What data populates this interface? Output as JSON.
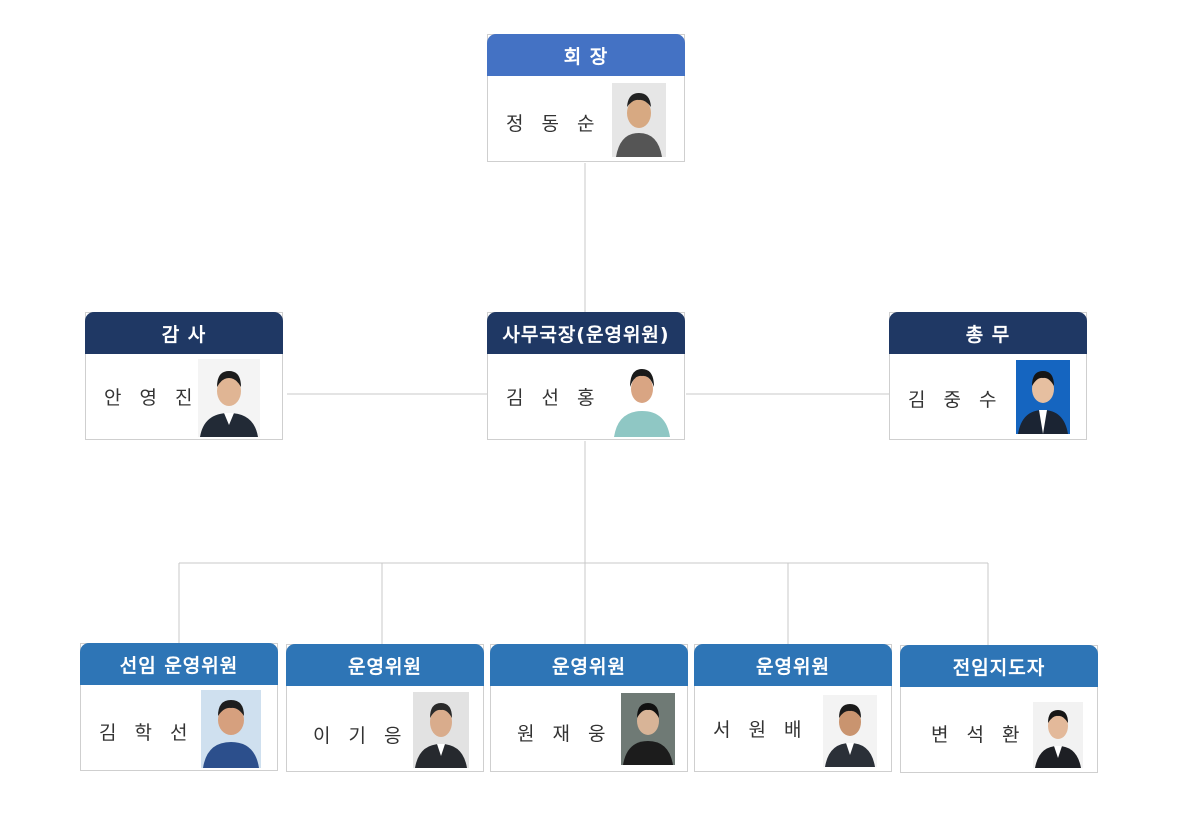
{
  "colors": {
    "royal": "#4472c4",
    "navy": "#1f3864",
    "mid": "#2e75b6",
    "line": "#c8c8c8"
  },
  "nodes": {
    "chairman": {
      "title": "회 장",
      "name": "정 동 순"
    },
    "auditor": {
      "title": "감 사",
      "name": "안 영 진"
    },
    "secretary": {
      "title": "사무국장(운영위원)",
      "name": "김 선 홍"
    },
    "general": {
      "title": "총 무",
      "name": "김 중 수"
    },
    "senior": {
      "title": "선임 운영위원",
      "name": "김 학 선"
    },
    "member1": {
      "title": "운영위원",
      "name": "이 기 응"
    },
    "member2": {
      "title": "운영위원",
      "name": "원 재 웅"
    },
    "member3": {
      "title": "운영위원",
      "name": "서 원 배"
    },
    "coach": {
      "title": "전임지도자",
      "name": "변 석 환"
    }
  }
}
